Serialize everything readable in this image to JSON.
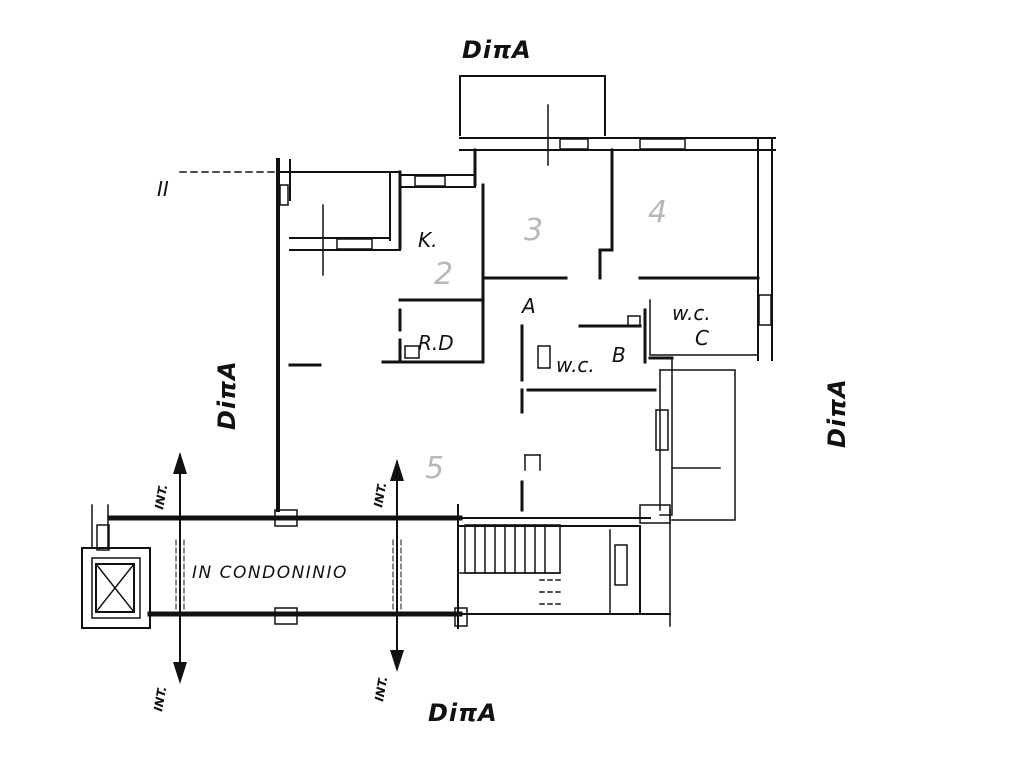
{
  "labels": {
    "ditta_top": "DiπA",
    "ditta_left": "DiπA",
    "ditta_right": "DiπA",
    "ditta_bottom": "DiπA",
    "section_marker": "II",
    "room_k": "K.",
    "room_rd": "R.D",
    "room_a": "A",
    "room_b": "B",
    "room_c": "C",
    "wc_b": "w.c.",
    "wc_c": "w.c.",
    "num_2": "2",
    "num_3": "3",
    "num_4": "4",
    "num_5": "5",
    "condominio": "IN CONDONINIO",
    "int": "INT."
  },
  "colors": {
    "ink": "#111111",
    "faint": "#b8b8b8"
  }
}
